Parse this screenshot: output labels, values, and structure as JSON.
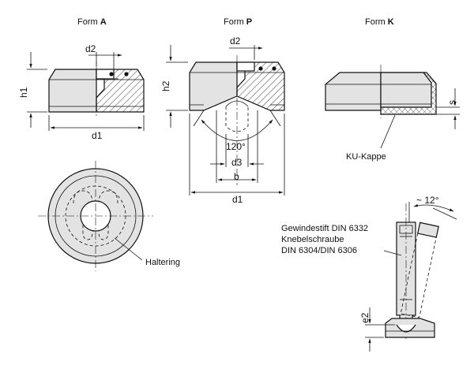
{
  "forms": {
    "a": {
      "prefix": "Form",
      "letter": "A"
    },
    "p": {
      "prefix": "Form",
      "letter": "P"
    },
    "k": {
      "prefix": "Form",
      "letter": "K"
    }
  },
  "dims": {
    "d2": "d2",
    "h1": "h1",
    "d1": "d1",
    "h2": "h2",
    "angle": "120°",
    "d3": "d3",
    "b": "b",
    "s": "s",
    "e2": "e2",
    "tilt": "~ 12°"
  },
  "labels": {
    "ku_kappe": "KU-Kappe",
    "haltering": "Haltering",
    "screw_1": "Gewindestift DIN 6332",
    "screw_2": "Knebelschraube",
    "screw_3": "DIN 6304/DIN 6306"
  },
  "colors": {
    "fill": "#e3e3e3",
    "line": "#111111"
  }
}
